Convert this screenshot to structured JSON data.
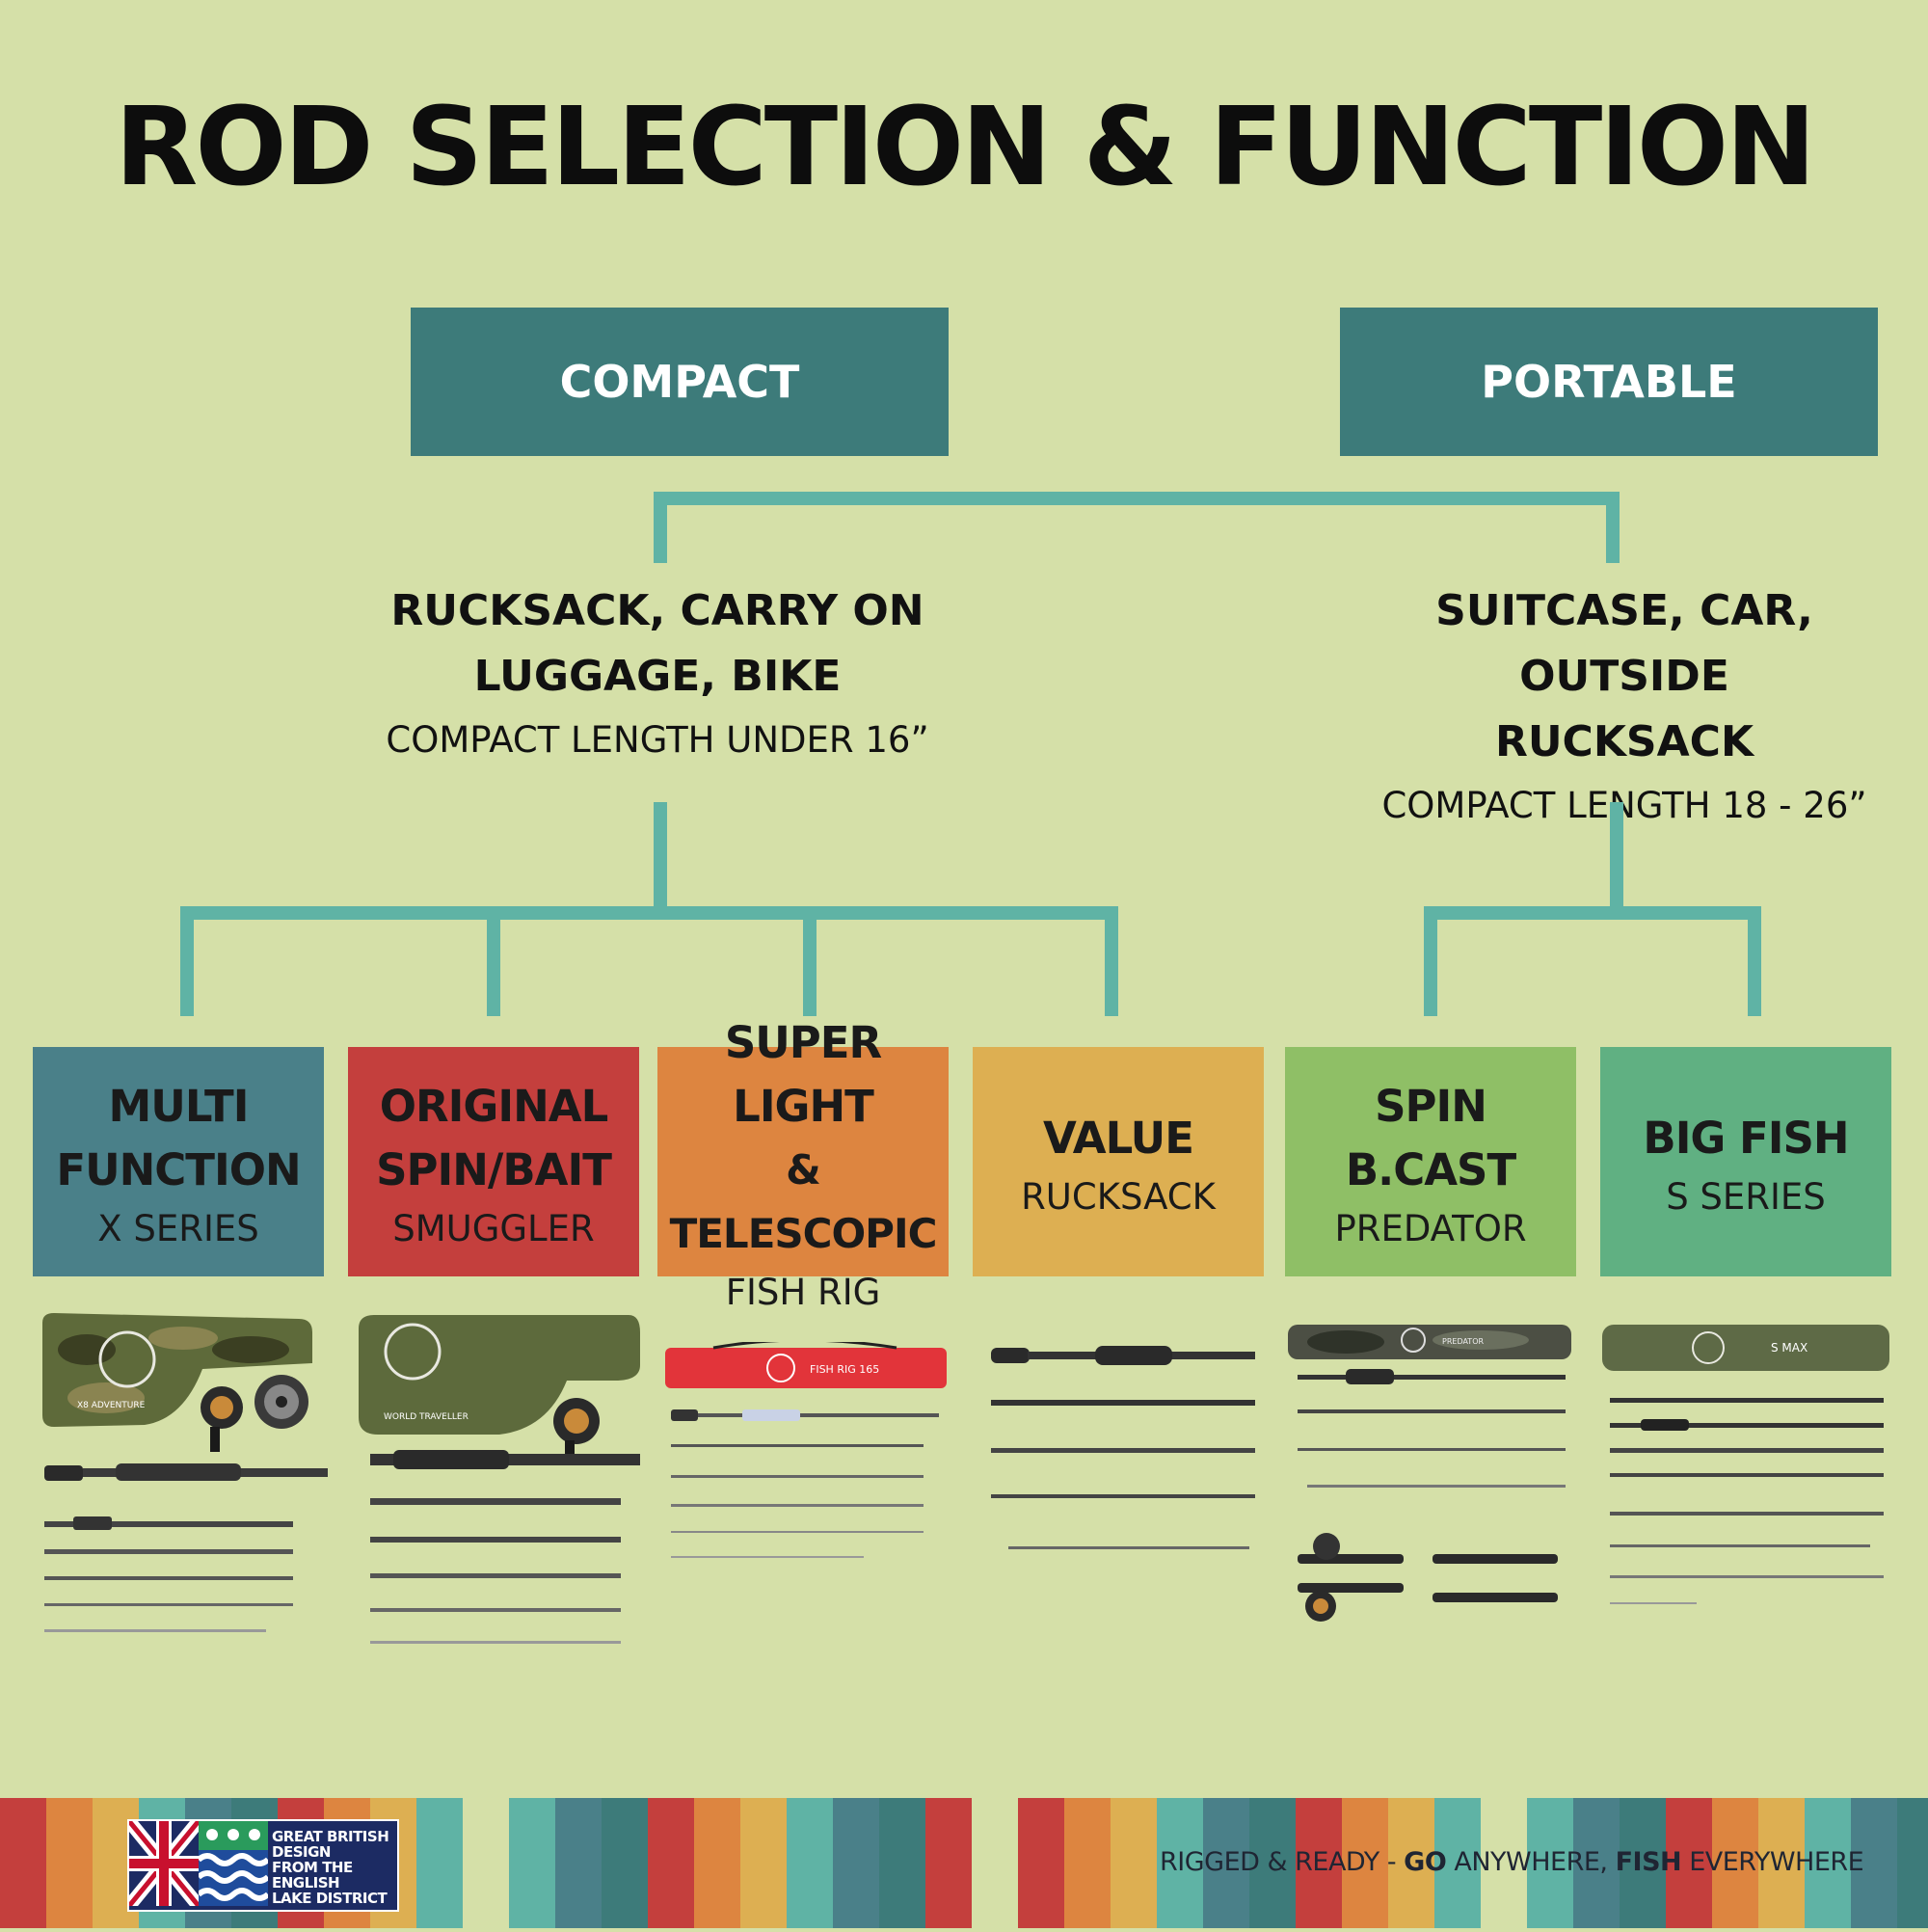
{
  "title": "ROD SELECTION & FUNCTION",
  "categories": [
    {
      "label": "COMPACT",
      "use": "RUCKSACK, CARRY ON LUGGAGE, BIKE",
      "use_line1": "RUCKSACK, CARRY ON",
      "use_line2": "LUGGAGE, BIKE",
      "length": "COMPACT LENGTH UNDER 16”",
      "color": "#3d7b7a"
    },
    {
      "label": "PORTABLE",
      "use": "SUITCASE, CAR, OUTSIDE RUCKSACK",
      "use_line1": "SUITCASE, CAR, OUTSIDE",
      "use_line2": "RUCKSACK",
      "length": "COMPACT LENGTH 18 - 26”",
      "color": "#3d7b7a"
    }
  ],
  "products": [
    {
      "line1": "MULTI",
      "line2": "FUNCTION",
      "series": "X SERIES",
      "color": "#4a8089"
    },
    {
      "line1": "ORIGINAL",
      "line2": "SPIN/BAIT",
      "series": "SMUGGLER",
      "color": "#c43f3d"
    },
    {
      "line1": "SUPER LIGHT",
      "line2": "& TELESCOPIC",
      "series": "FISH RIG",
      "color": "#dd8540"
    },
    {
      "line1": "VALUE",
      "line2": "",
      "series": "RUCKSACK",
      "color": "#ddaf52"
    },
    {
      "line1": "SPIN B.CAST",
      "line2": "",
      "series": "PREDATOR",
      "color": "#8fbf66"
    },
    {
      "line1": "BIG FISH",
      "line2": "",
      "series": "S SERIES",
      "color": "#60b082"
    }
  ],
  "product_images": [
    {
      "tube_label": "X8 ADVENTURE"
    },
    {
      "tube_label": "WORLD TRAVELLER"
    },
    {
      "tube_label": "FISH RIG 165"
    },
    {
      "tube_label": ""
    },
    {
      "tube_label": "PREDATOR"
    },
    {
      "tube_label": "S MAX"
    }
  ],
  "connector_color": "#5fb3a5",
  "footer": {
    "badge_lines": [
      "GREAT BRITISH",
      "DESIGN",
      "FROM THE",
      "ENGLISH",
      "LAKE DISTRICT"
    ],
    "slogan_brand": "RIGGED & READY",
    "slogan_sep": " - ",
    "slogan_go": "GO",
    "slogan_anywhere": " ANYWHERE, ",
    "slogan_fish": "FISH",
    "slogan_everywhere": " EVERYWHERE",
    "stripe_colors": [
      "#c43f3d",
      "#dd8540",
      "#ddaf52",
      "#5fb3a5",
      "#4a8089",
      "#3d7b7a"
    ]
  }
}
